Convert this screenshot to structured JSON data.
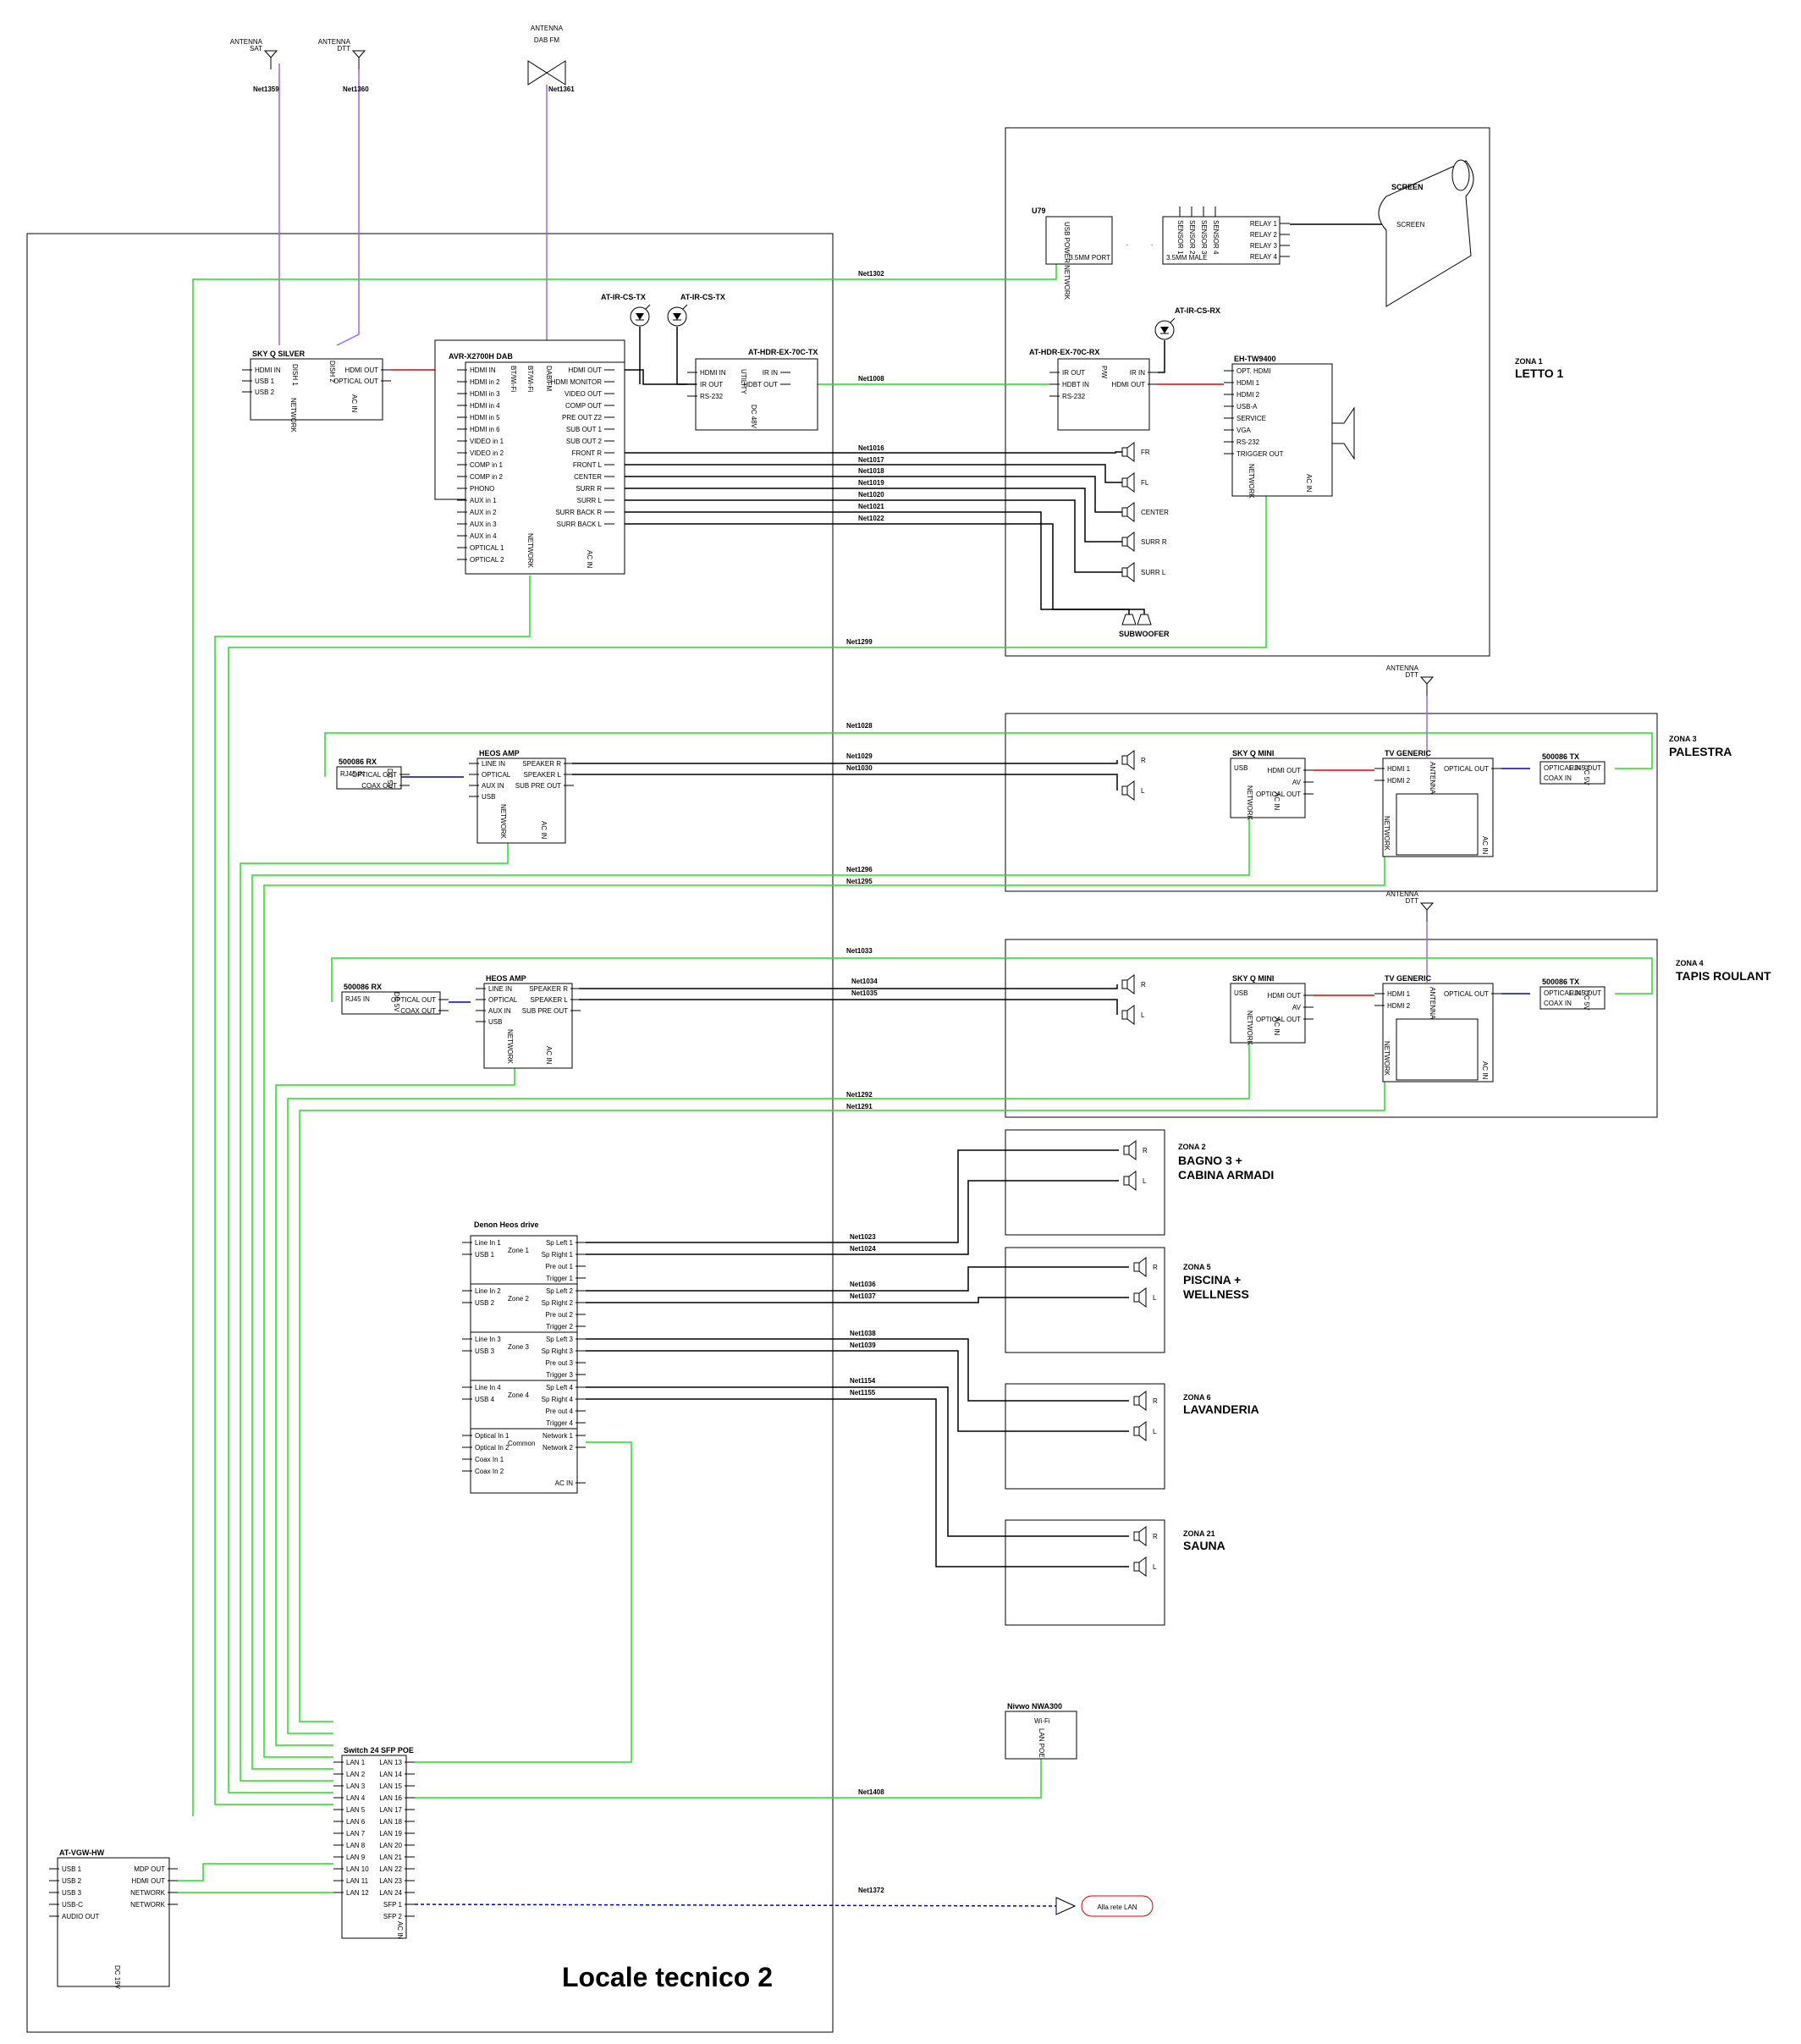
{
  "title": "Locale tecnico 2",
  "antennas": [
    {
      "label": "ANTENNA\nSAT",
      "net": "Net1359"
    },
    {
      "label": "ANTENNA\nDTT",
      "net": "Net1360"
    },
    {
      "label": "ANTENNA\nDAB FM",
      "net": "Net1361"
    },
    {
      "label": "ANTENNA\nDTT"
    },
    {
      "label": "ANTENNA\nDTT"
    }
  ],
  "zones": [
    {
      "id": "ZONA 1",
      "name": "LETTO 1"
    },
    {
      "id": "ZONA 3",
      "name": "PALESTRA"
    },
    {
      "id": "ZONA 4",
      "name": "TAPIS ROULANT"
    },
    {
      "id": "ZONA 2",
      "name": "BAGNO 3 +\nCABINA ARMADI"
    },
    {
      "id": "ZONA 5",
      "name": "PISCINA +\nWELLNESS"
    },
    {
      "id": "ZONA 6",
      "name": "LAVANDERIA"
    },
    {
      "id": "ZONA 21",
      "name": "SAUNA"
    }
  ],
  "devices": {
    "skyq": {
      "title": "SKY Q SILVER",
      "left": [
        "HDMI IN",
        "USB 1",
        "USB 2"
      ],
      "right": [
        "HDMI OUT",
        "OPTICAL OUT"
      ],
      "bottom": [
        "NETWORK",
        "AC IN"
      ],
      "top": [
        "DISH 1",
        "DISH 2"
      ]
    },
    "avr": {
      "title": "AVR-X2700H DAB",
      "left": [
        "HDMI IN",
        "HDMI in 2",
        "HDMI in 3",
        "HDMI in 4",
        "HDMI in 5",
        "HDMI in 6",
        "VIDEO in 1",
        "VIDEO in 2",
        "COMP in 1",
        "COMP in 2",
        "PHONO",
        "AUX in 1",
        "AUX in 2",
        "AUX in 3",
        "AUX in 4",
        "OPTICAL 1",
        "OPTICAL 2"
      ],
      "right": [
        "HDMI OUT",
        "HDMI MONITOR",
        "VIDEO OUT",
        "COMP OUT",
        "PRE OUT Z2",
        "SUB OUT 1",
        "SUB OUT 2",
        "FRONT R",
        "FRONT L",
        "CENTER",
        "SURR R",
        "SURR L",
        "SURR BACK R",
        "SURR BACK L"
      ],
      "top": [
        "BT/Wi-Fi",
        "BT/Wi-Fi",
        "DAB/FM"
      ],
      "bottom": [
        "NETWORK",
        "AC IN"
      ]
    },
    "ir_tx1": {
      "title": "AT-IR-CS-TX"
    },
    "ir_tx2": {
      "title": "AT-IR-CS-TX"
    },
    "hdr_tx": {
      "title": "AT-HDR-EX-70C-TX",
      "left": [
        "HDMI IN",
        "IR OUT",
        "RS-232"
      ],
      "right": [
        "IR IN",
        "HDBT OUT"
      ],
      "side": "UTILITY",
      "bottom": "DC 48V"
    },
    "u79": {
      "title": "U79",
      "left": "USB POWER NETWORK",
      "right": "3.5MM PORT"
    },
    "relay": {
      "pins": [
        "SENSOR 1",
        "SENSOR 2",
        "SENSOR 3",
        "SENSOR 4"
      ],
      "left": "3.5MM MALE",
      "right": [
        "RELAY 1",
        "RELAY 2",
        "RELAY 3",
        "RELAY 4"
      ]
    },
    "screen": {
      "title": "SCREEN",
      "inner": "SCREEN"
    },
    "ir_rx": {
      "title": "AT-IR-CS-RX"
    },
    "hdr_rx": {
      "title": "AT-HDR-EX-70C-RX",
      "left": [
        "IR OUT",
        "HDBT IN",
        "RS-232"
      ],
      "right": [
        "IR IN",
        "HDMI OUT"
      ],
      "side": "P/W"
    },
    "proj": {
      "title": "EH-TW9400",
      "left": [
        "OPT. HDMI",
        "HDMI 1",
        "HDMI 2",
        "USB-A",
        "SERVICE",
        "VGA",
        "RS-232",
        "TRIGGER OUT"
      ],
      "bottom": [
        "NETWORK",
        "AC IN"
      ]
    },
    "spk_z1": [
      "FR",
      "FL",
      "CENTER",
      "SURR R",
      "SURR L"
    ],
    "subwoofer": "SUBWOOFER",
    "rx3": {
      "title": "500086 RX",
      "left": "RJ45 IN",
      "right": [
        "OPTICAL OUT",
        "COAX OUT"
      ],
      "v": "DC 5V"
    },
    "heos3": {
      "title": "HEOS AMP",
      "left": [
        "LINE IN",
        "OPTICAL",
        "AUX IN",
        "USB"
      ],
      "right": [
        "SPEAKER R",
        "SPEAKER L",
        "SUB PRE OUT"
      ],
      "bottom": [
        "NETWORK",
        "AC IN"
      ]
    },
    "skymini3": {
      "title": "SKY Q MINI",
      "left": "USB",
      "right": [
        "HDMI OUT",
        "AV",
        "OPTICAL OUT"
      ],
      "bottom": [
        "NETWORK",
        "AC IN"
      ]
    },
    "tv3": {
      "title": "TV GENERIC",
      "left": [
        "HDMI 1",
        "HDMI 2"
      ],
      "right": "OPTICAL OUT",
      "top": "ANTENNA",
      "bottom": [
        "NETWORK",
        "AC IN"
      ]
    },
    "tx3": {
      "title": "500086 TX",
      "left": [
        "OPTICAL IN",
        "COAX IN"
      ],
      "right": "RJ45 OUT",
      "v": "DC 5V"
    },
    "rx4": {
      "title": "500086 RX",
      "left": "RJ45 IN",
      "right": [
        "OPTICAL OUT",
        "COAX OUT"
      ],
      "v": "DC 5V"
    },
    "heos4": {
      "title": "HEOS AMP",
      "left": [
        "LINE IN",
        "OPTICAL",
        "AUX IN",
        "USB"
      ],
      "right": [
        "SPEAKER R",
        "SPEAKER L",
        "SUB PRE OUT"
      ],
      "bottom": [
        "NETWORK",
        "AC IN"
      ]
    },
    "skymini4": {
      "title": "SKY Q MINI",
      "left": "USB",
      "right": [
        "HDMI OUT",
        "AV",
        "OPTICAL OUT"
      ],
      "bottom": [
        "NETWORK",
        "AC IN"
      ]
    },
    "tv4": {
      "title": "TV GENERIC",
      "left": [
        "HDMI 1",
        "HDMI 2"
      ],
      "right": "OPTICAL OUT",
      "top": "ANTENNA",
      "bottom": [
        "NETWORK",
        "AC IN"
      ]
    },
    "tx4": {
      "title": "500086 TX",
      "left": [
        "OPTICAL IN",
        "COAX IN"
      ],
      "right": "RJ45 OUT",
      "v": "DC 5V"
    },
    "heosdrive": {
      "title": "Denon Heos drive",
      "groups": [
        {
          "zone": "Zone 1",
          "left": [
            "Line In 1",
            "USB 1"
          ],
          "right": [
            "Sp Left 1",
            "Sp Right 1",
            "Pre out 1",
            "Trigger 1"
          ]
        },
        {
          "zone": "Zone 2",
          "left": [
            "Line In 2",
            "USB 2"
          ],
          "right": [
            "Sp Left 2",
            "Sp Right 2",
            "Pre out 2",
            "Trigger 2"
          ]
        },
        {
          "zone": "Zone 3",
          "left": [
            "Line In 3",
            "USB 3"
          ],
          "right": [
            "Sp Left 3",
            "Sp Right 3",
            "Pre out 3",
            "Trigger 3"
          ]
        },
        {
          "zone": "Zone 4",
          "left": [
            "Line In 4",
            "USB 4"
          ],
          "right": [
            "Sp Left 4",
            "Sp Right 4",
            "Pre out 4",
            "Trigger 4"
          ]
        },
        {
          "zone": "Common",
          "left": [
            "Optical In 1",
            "Optical In 2",
            "Coax In 1",
            "Coax In 2"
          ],
          "right": [
            "Network 1",
            "Network 2",
            "",
            "",
            "AC IN"
          ]
        }
      ]
    },
    "switch": {
      "title": "Switch 24 SFP POE",
      "left": [
        "LAN 1",
        "LAN 2",
        "LAN 3",
        "LAN 4",
        "LAN 5",
        "LAN 6",
        "LAN 7",
        "LAN 8",
        "LAN 9",
        "LAN 10",
        "LAN 11",
        "LAN 12"
      ],
      "right": [
        "LAN 13",
        "LAN 14",
        "LAN 15",
        "LAN 16",
        "LAN 17",
        "LAN 18",
        "LAN 19",
        "LAN 20",
        "LAN 21",
        "LAN 22",
        "LAN 23",
        "LAN 24",
        "SFP 1",
        "SFP 2"
      ],
      "bottom": "AC IN"
    },
    "vgw": {
      "title": "AT-VGW-HW",
      "left": [
        "USB 1",
        "USB 2",
        "USB 3",
        "USB-C",
        "AUDIO OUT"
      ],
      "right": [
        "MDP OUT",
        "HDMI OUT",
        "NETWORK",
        "NETWORK"
      ],
      "bottom": "DC 19V"
    },
    "ap": {
      "title": "Nivwo NWA300",
      "labels": [
        "Wi-Fi",
        "LAN POE"
      ]
    },
    "lan_ext": "Alla rete LAN"
  },
  "nets": {
    "n1302": "Net1302",
    "n1008": "Net1008",
    "n1016": "Net1016",
    "n1017": "Net1017",
    "n1018": "Net1018",
    "n1019": "Net1019",
    "n1020": "Net1020",
    "n1021": "Net1021",
    "n1022": "Net1022",
    "n1299": "Net1299",
    "n1028": "Net1028",
    "n1029": "Net1029",
    "n1030": "Net1030",
    "n1296": "Net1296",
    "n1295": "Net1295",
    "n1033": "Net1033",
    "n1034": "Net1034",
    "n1035": "Net1035",
    "n1292": "Net1292",
    "n1291": "Net1291",
    "n1023": "Net1023",
    "n1024": "Net1024",
    "n1036": "Net1036",
    "n1037": "Net1037",
    "n1038": "Net1038",
    "n1039": "Net1039",
    "n1154": "Net1154",
    "n1155": "Net1155",
    "n1408": "Net1408",
    "n1372": "Net1372"
  },
  "speaker_labels": {
    "R": "R",
    "L": "L"
  },
  "colors": {
    "network": "#22dd22",
    "hdmi": "#dd0000",
    "antenna": "#9966ff",
    "optical": "#0000cc",
    "lan": "#0000cc"
  }
}
